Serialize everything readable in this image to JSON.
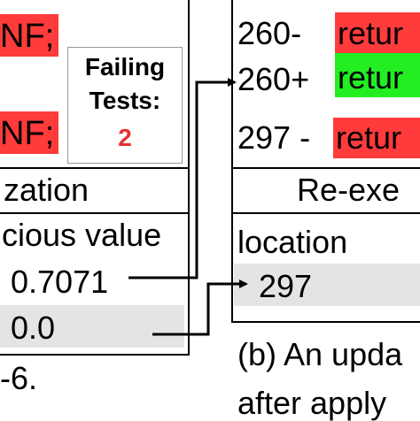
{
  "left_panel": {
    "code_rows": [
      {
        "text": "NF;"
      },
      {
        "text": "NF;"
      }
    ],
    "failing_box": {
      "label_line1": "Failing",
      "label_line2": "Tests:",
      "count": "2"
    },
    "section_header": "zation",
    "column_header": "cious value",
    "value_rows": [
      {
        "value": "0.7071"
      },
      {
        "value": "0.0"
      }
    ],
    "caption_fragment": "-6."
  },
  "right_panel": {
    "code_lines": [
      {
        "line": "260-",
        "code": "retur",
        "status": "removed"
      },
      {
        "line": "260+",
        "code": "retur",
        "status": "added"
      },
      {
        "line": "297 -",
        "code": "retur",
        "status": "removed"
      }
    ],
    "section_header": "Re-exe",
    "column_header": "location",
    "location_rows": [
      {
        "value": "297"
      }
    ],
    "caption_line1": "(b) An upda",
    "caption_line2": "after apply"
  },
  "colors": {
    "removed": "#ff3b3b",
    "added": "#22ee22",
    "failing_count": "#e83030",
    "row_gray": "#e4e4e4",
    "failing_box_border": "#9a9a9a"
  }
}
